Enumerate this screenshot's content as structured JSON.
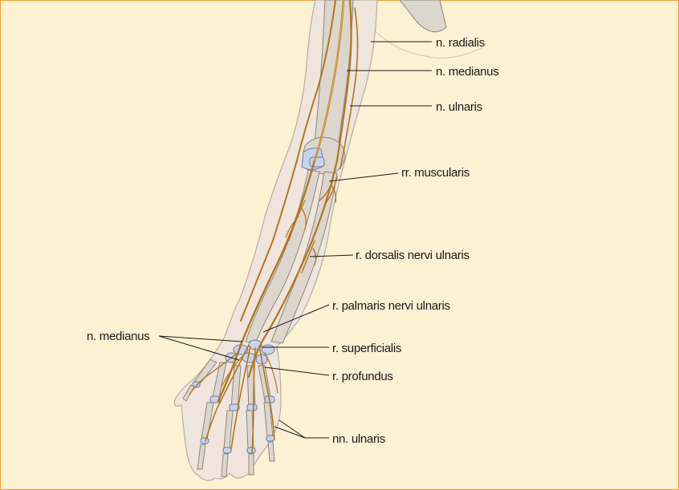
{
  "labels": {
    "radialis": "n. radialis",
    "medianus_top": "n. medianus",
    "ulnaris": "n. ulnaris",
    "muscularis": "rr. muscularis",
    "dorsalis": "r. dorsalis nervi ulnaris",
    "palmaris": "r. palmaris nervi ulnaris",
    "medianus_left": "n. medianus",
    "superficialis": "r. superficialis",
    "profundus": "r. profundus",
    "nn_ulnaris": "nn. ulnaris"
  },
  "colors": {
    "background": "#fdf1d3",
    "border": "#f0a030",
    "skin": "#efe5dc",
    "bone": "#ddd6cd",
    "joint": "#c6d3ea",
    "nerve": "#b27522"
  }
}
